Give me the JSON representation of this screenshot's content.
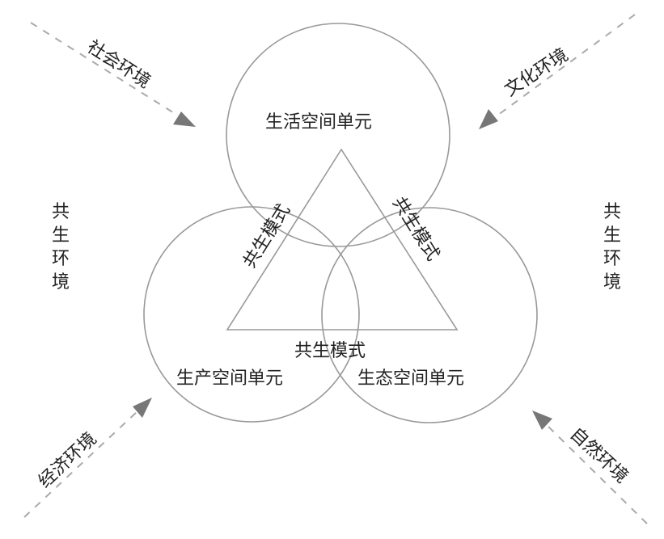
{
  "units": {
    "living": "生活空间单元",
    "production": "生产空间单元",
    "ecology": "生态空间单元"
  },
  "modes": {
    "left": "共生模式",
    "right": "共生模式",
    "bottom": "共生模式"
  },
  "environments": {
    "social": "社会环境",
    "cultural": "文化环境",
    "economic": "经济环境",
    "natural": "自然环境",
    "symbiotic_left": "共生环境",
    "symbiotic_right": "共生环境"
  },
  "colors": {
    "line": "#999999",
    "arrow": "#777777",
    "text": "#222222"
  }
}
